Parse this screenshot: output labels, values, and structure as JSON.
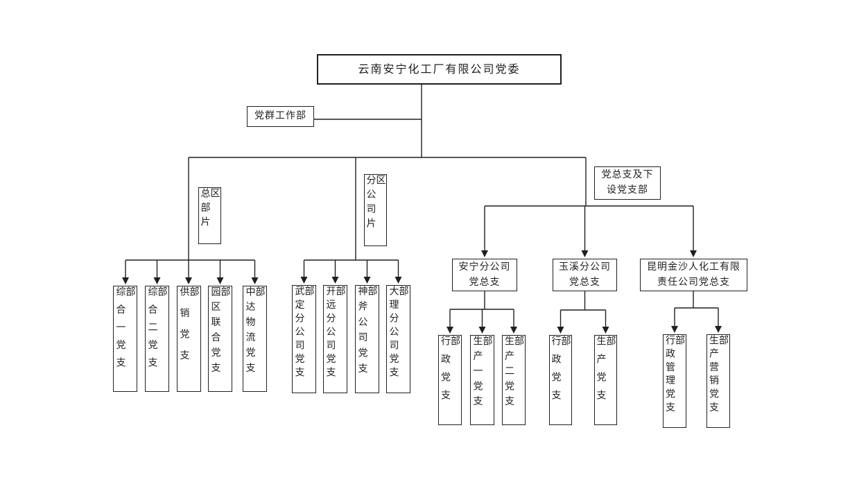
{
  "colors": {
    "background": "#ffffff",
    "ink": "#1f1f1f"
  },
  "root": {
    "title": "云南安宁化工厂有限公司党委"
  },
  "party_mass_dept": {
    "label": "党群工作部"
  },
  "zone_labels": {
    "headquarters": "总部片区",
    "branch_companies": "分公司片区",
    "general_branches": "党总支及下\n设党支部"
  },
  "headquarters_units": [
    "综合一党支部",
    "综合二党支部",
    "供销党支部",
    "园区联合党支部",
    "中达物流党支部"
  ],
  "branch_company_units": [
    "武定分公司党支部",
    "开远分公司党支部",
    "神斧公司党支部",
    "大理分公司党支部"
  ],
  "general_branches": [
    {
      "name": "安宁分公司\n党总支",
      "children": [
        "行政党支部",
        "生产一党支部",
        "生产二党支部"
      ]
    },
    {
      "name": "玉溪分公司\n党总支",
      "children": [
        "行政党支部",
        "生产党支部"
      ]
    },
    {
      "name": "昆明金沙人化工有限\n责任公司党总支",
      "children": [
        "行政管理党支部",
        "生产营销党支部"
      ]
    }
  ]
}
